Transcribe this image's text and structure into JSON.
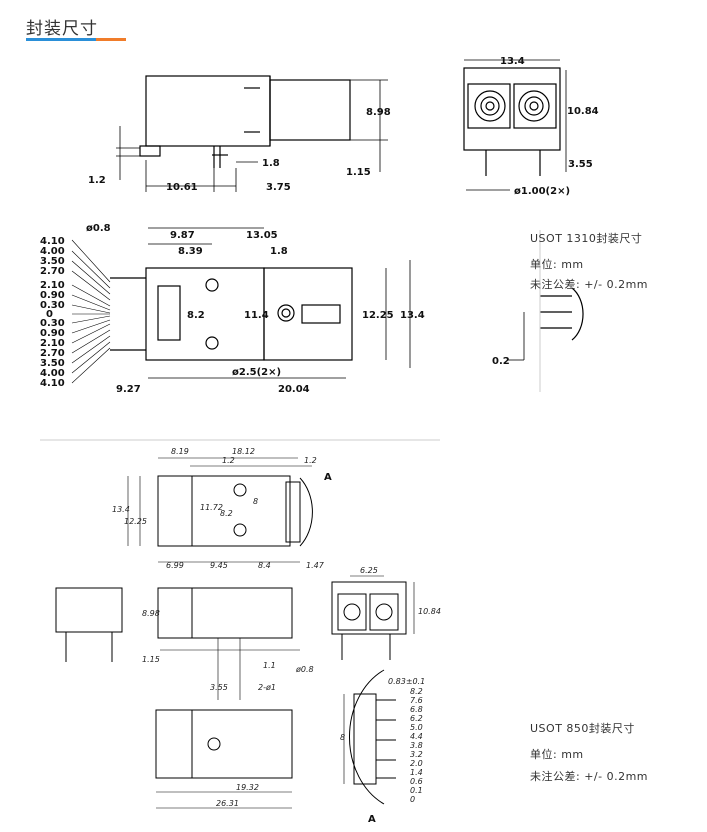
{
  "header": {
    "title": "封装尺寸"
  },
  "usot1310": {
    "title": "USOT 1310封装尺寸",
    "unit": "单位: mm",
    "tolerance": "未注公差: +/- 0.2mm",
    "side_dims": {
      "h": "8.98",
      "pin_h": "1.15",
      "step": "1.2",
      "pin": "1.8",
      "x1": "10.61",
      "x2": "3.75"
    },
    "front_dims": {
      "w": "13.4",
      "h": "10.84",
      "pin": "3.55",
      "dia": "ø1.00(2×)"
    },
    "top_dims": {
      "phi08": "ø0.8",
      "d987": "9.87",
      "d1305": "13.05",
      "d839": "8.39",
      "d18": "1.8",
      "d82": "8.2",
      "d114": "11.4",
      "d1225": "12.25",
      "d134": "13.4",
      "phi25": "ø2.5(2×)",
      "d927": "9.27",
      "d2004": "20.04"
    },
    "pin_pitch": [
      "4.10",
      "4.00",
      "3.50",
      "2.70",
      "2.10",
      "0.90",
      "0.30",
      "0",
      "0.30",
      "0.90",
      "2.10",
      "2.70",
      "3.50",
      "4.00",
      "4.10"
    ],
    "detail_dim": "0.2"
  },
  "usot850": {
    "title": "USOT 850封装尺寸",
    "unit": "单位: mm",
    "tolerance": "未注公差: +/- 0.2mm",
    "top_dims": {
      "d819": "8.19",
      "d1812": "18.12",
      "d12a": "1.2",
      "d12b": "1.2",
      "d134": "13.4",
      "d1225": "12.25",
      "d1172": "11.72",
      "d82": "8.2",
      "d8": "8",
      "d699": "6.99",
      "d945": "9.45",
      "d84": "8.4",
      "d147": "1.47",
      "A": "A"
    },
    "side_dims": {
      "d898": "8.98",
      "d115": "1.15",
      "d355": "3.55",
      "d11": "1.1",
      "d08": "ø0.8",
      "d2phi1": "2-ø1"
    },
    "front_dims": {
      "d625": "6.25",
      "d1084": "10.84"
    },
    "bottom_dims": {
      "d1932": "19.32",
      "d2631": "26.31",
      "A": "A"
    },
    "detail": {
      "top": "0.83±0.1",
      "d8": "8",
      "pitch": [
        "8.2",
        "7.6",
        "6.8",
        "6.2",
        "5.0",
        "4.4",
        "3.8",
        "3.2",
        "2.0",
        "1.4",
        "0.6",
        "0.1",
        "0"
      ]
    }
  }
}
